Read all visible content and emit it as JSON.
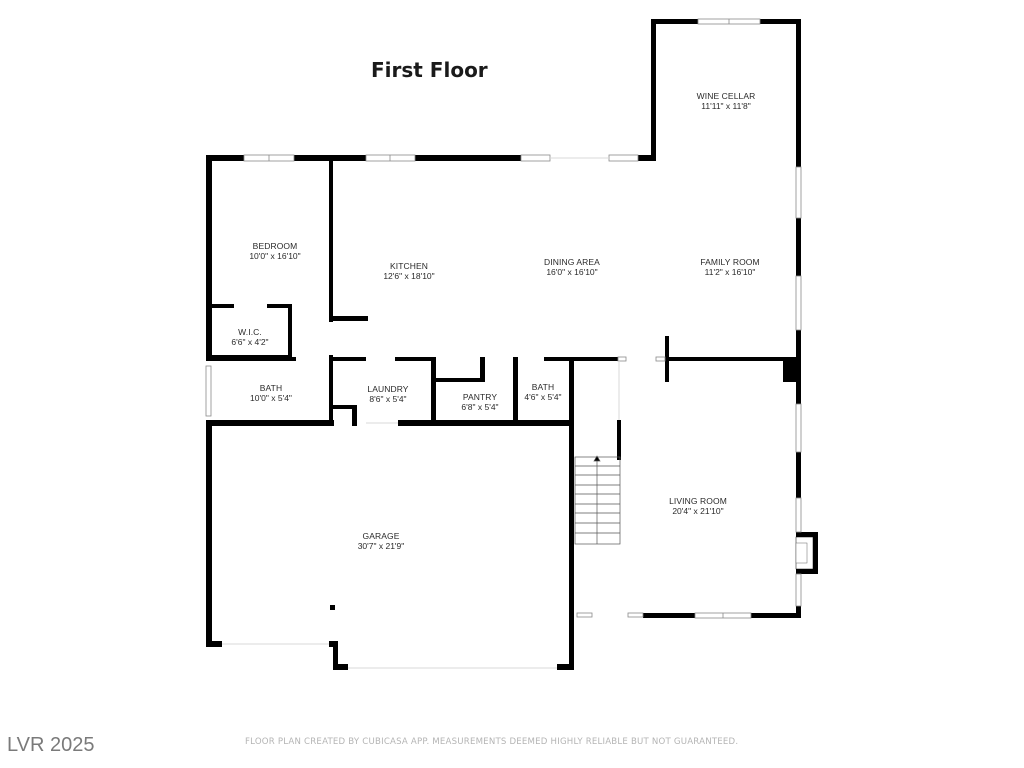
{
  "title": "First Floor",
  "rooms": [
    {
      "name": "WINE CELLAR",
      "dims": "11'11\" x 11'8\""
    },
    {
      "name": "BEDROOM",
      "dims": "10'0\" x 16'10\""
    },
    {
      "name": "KITCHEN",
      "dims": "12'6\" x 18'10\""
    },
    {
      "name": "DINING AREA",
      "dims": "16'0\" x 16'10\""
    },
    {
      "name": "FAMILY ROOM",
      "dims": "11'2\" x 16'10\""
    },
    {
      "name": "W.I.C.",
      "dims": "6'6\" x 4'2\""
    },
    {
      "name": "BATH",
      "dims": "10'0\" x 5'4\""
    },
    {
      "name": "LAUNDRY",
      "dims": "8'6\" x 5'4\""
    },
    {
      "name": "PANTRY",
      "dims": "6'8\" x 5'4\""
    },
    {
      "name": "BATH",
      "dims": "4'6\" x 5'4\""
    },
    {
      "name": "LIVING ROOM",
      "dims": "20'4\" x 21'10\""
    },
    {
      "name": "GARAGE",
      "dims": "30'7\" x 21'9\""
    }
  ],
  "watermark": "LVR 2025",
  "disclaimer": "FLOOR PLAN CREATED BY CUBICASA APP. MEASUREMENTS DEEMED HIGHLY RELIABLE BUT NOT GUARANTEED.",
  "colors": {
    "wall": "#000000",
    "window": "#9a9a9a",
    "text": "#2a2a2a",
    "watermark": "#7a7a7a",
    "disclaimer": "#b4b4b4"
  }
}
